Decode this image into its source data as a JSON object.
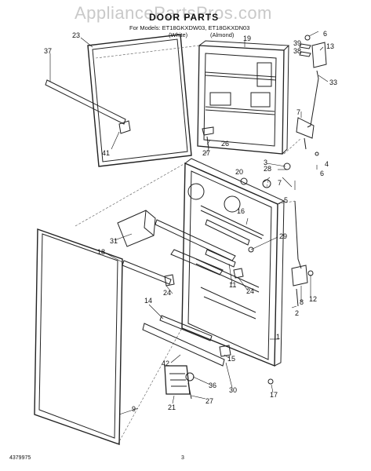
{
  "watermark": "AppliancePartsPros.com",
  "header": {
    "title": "DOOR PARTS",
    "models": "For Models: ET18GKXDW03, ET18GKXDN03",
    "variant_white": "(White)",
    "variant_almond": "(Almond)"
  },
  "footer": {
    "doc_number": "4379975",
    "page_number": "3"
  },
  "callouts": [
    "1",
    "2",
    "3",
    "4",
    "5",
    "6",
    "6",
    "7",
    "7",
    "8",
    "9",
    "11",
    "12",
    "13",
    "14",
    "15",
    "16",
    "17",
    "18",
    "19",
    "20",
    "21",
    "23",
    "24",
    "24",
    "26",
    "27",
    "27",
    "28",
    "29",
    "30",
    "31",
    "33",
    "36",
    "37",
    "38",
    "39",
    "41",
    "42"
  ]
}
